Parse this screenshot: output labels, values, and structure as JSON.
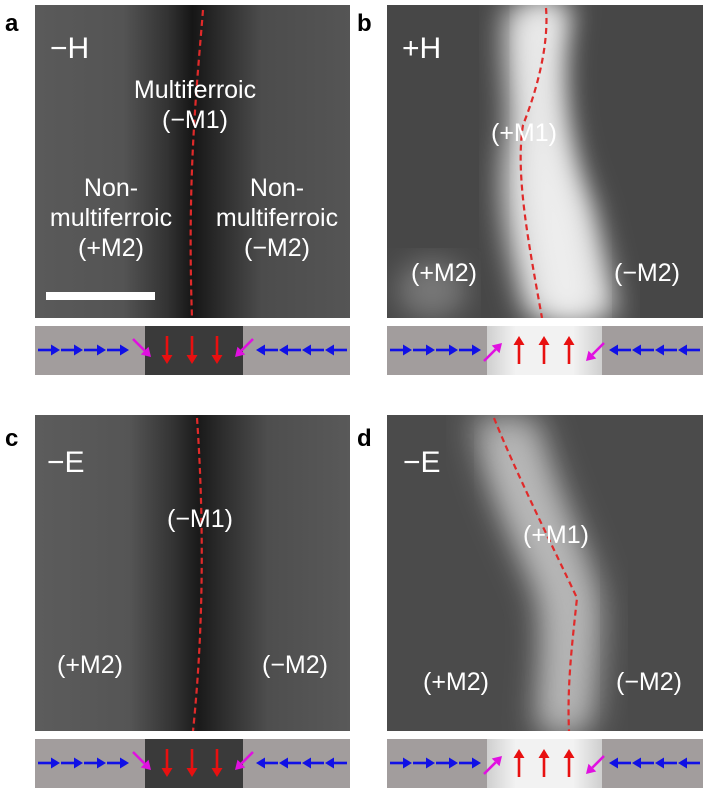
{
  "panels": {
    "a": {
      "label": "a",
      "field": "−H",
      "mid_line1": "Multiferroic",
      "mid_line2": "(−M1)",
      "left_line1": "Non-",
      "left_line2": "multiferroic",
      "left_line3": "(+M2)",
      "right_line1": "Non-",
      "right_line2": "multiferroic",
      "right_line3": "(−M2)"
    },
    "b": {
      "label": "b",
      "field": "+H",
      "mid": "(+M1)",
      "left": "(+M2)",
      "right": "(−M2)"
    },
    "c": {
      "label": "c",
      "field": "−E",
      "mid": "(−M1)",
      "left": "(+M2)",
      "right": "(−M2)"
    },
    "d": {
      "label": "d",
      "field": "−E",
      "mid": "(+M1)",
      "left": "(+M2)",
      "right": "(−M2)"
    }
  },
  "colors": {
    "left_arrows": "#1010e6",
    "right_arrows": "#1010e6",
    "domain_arrows": "#e81010",
    "wall_arrows": "#e010e0",
    "dashed_line": "#e02a2a",
    "strip_background": "#a29d9d"
  },
  "strips": {
    "a": {
      "domain_dir": "down"
    },
    "b": {
      "domain_dir": "up"
    },
    "c": {
      "domain_dir": "down"
    },
    "d": {
      "domain_dir": "up"
    }
  }
}
